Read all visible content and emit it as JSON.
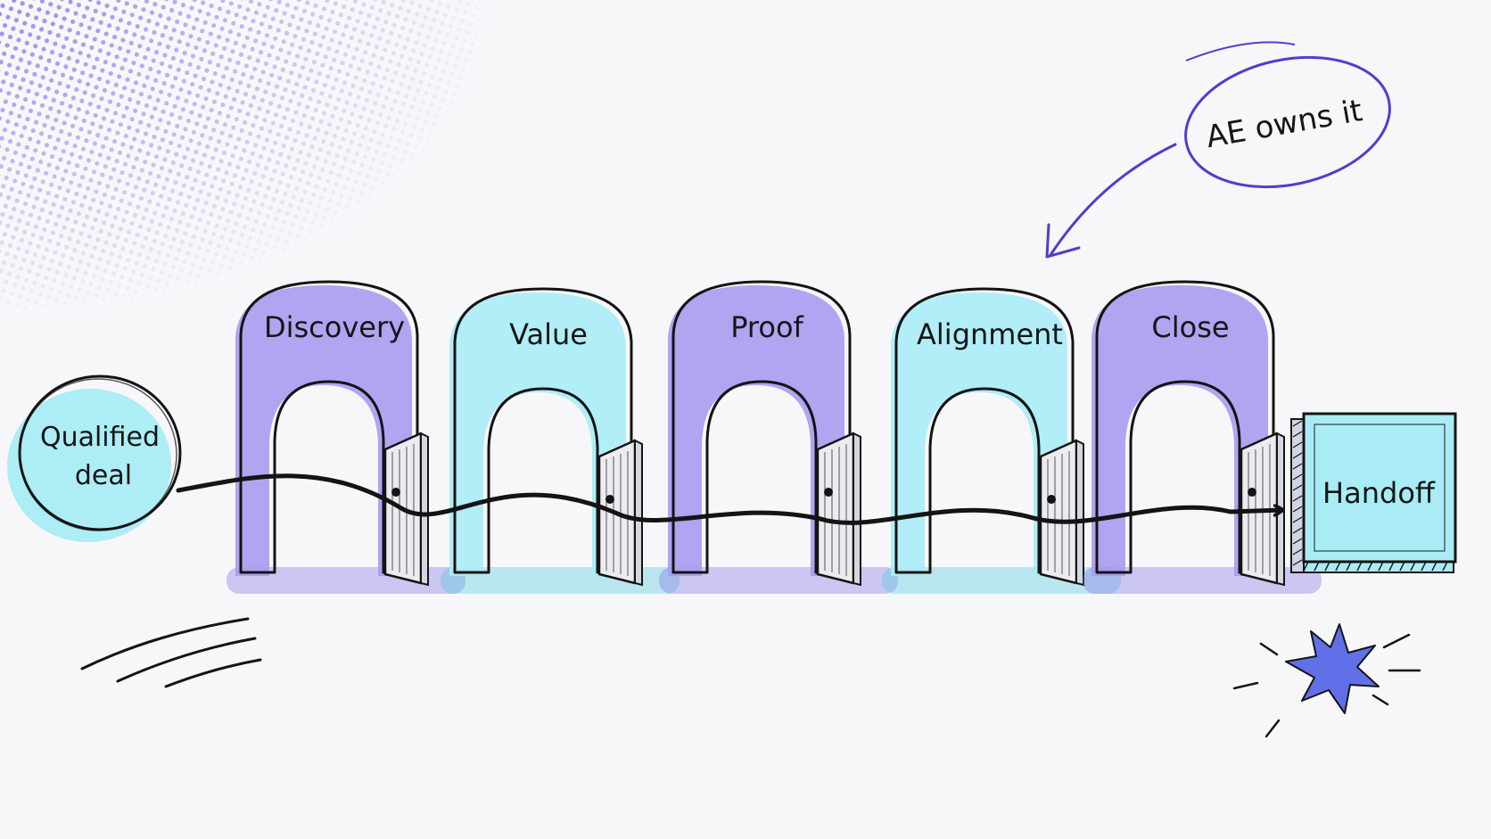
{
  "start": {
    "label_lines": [
      "Qualified",
      "deal"
    ]
  },
  "stages": [
    {
      "label": "Discovery",
      "color": "purple"
    },
    {
      "label": "Value",
      "color": "cyan"
    },
    {
      "label": "Proof",
      "color": "purple"
    },
    {
      "label": "Alignment",
      "color": "cyan"
    },
    {
      "label": "Close",
      "color": "purple"
    }
  ],
  "end": {
    "label": "Handoff"
  },
  "callout": {
    "text": "AE owns it"
  },
  "colors": {
    "purple": "#a89af0",
    "cyan": "#a9ecf6",
    "ink": "#141414",
    "accent": "#4d3fcf",
    "star": "#6170e8",
    "background": "#f7f7f9"
  }
}
